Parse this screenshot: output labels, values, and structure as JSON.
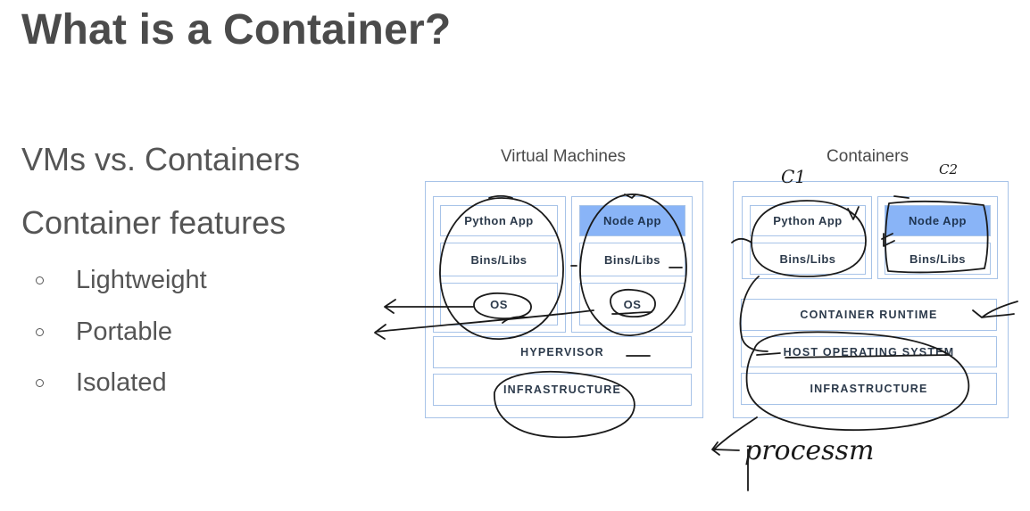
{
  "slide": {
    "title": "What is a Container?",
    "subtitle_1": "VMs vs. Containers",
    "subtitle_2": "Container features",
    "bullets": [
      "Lightweight",
      "Portable",
      "Isolated"
    ]
  },
  "vm_diagram": {
    "title": "Virtual Machines",
    "apps": [
      {
        "app": "Python App",
        "bins": "Bins/Libs",
        "os": "OS"
      },
      {
        "app": "Node App",
        "bins": "Bins/Libs",
        "os": "OS"
      }
    ],
    "hypervisor": "HYPERVISOR",
    "infrastructure": "INFRASTRUCTURE"
  },
  "container_diagram": {
    "title": "Containers",
    "apps": [
      {
        "app": "Python App",
        "bins": "Bins/Libs"
      },
      {
        "app": "Node App",
        "bins": "Bins/Libs"
      }
    ],
    "runtime": "CONTAINER RUNTIME",
    "host_os": "HOST OPERATING SYSTEM",
    "infrastructure": "INFRASTRUCTURE"
  },
  "annotations": {
    "c1": "C1",
    "c2": "C2",
    "process": "processm"
  },
  "colors": {
    "frame_border": "#a7c3e8",
    "highlight_fill": "#89b4f7",
    "ink": "#1a1a1a"
  }
}
